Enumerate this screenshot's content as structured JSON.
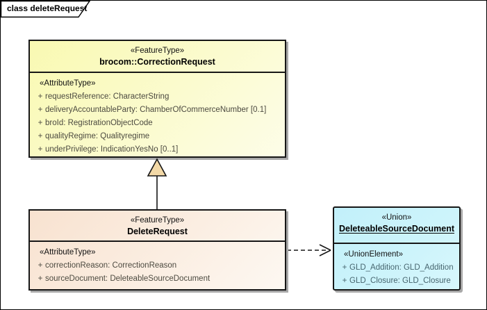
{
  "frame": {
    "title": "class deleteRequest"
  },
  "classes": [
    {
      "stereotype": "«FeatureType»",
      "name": "brocom::CorrectionRequest",
      "attr_stereotype": "«AttributeType»",
      "attributes": [
        {
          "vis": "+",
          "text": "requestReference: CharacterString"
        },
        {
          "vis": "+",
          "text": "deliveryAccountableParty: ChamberOfCommerceNumber [0.1]"
        },
        {
          "vis": "+",
          "text": "broId: RegistrationObjectCode"
        },
        {
          "vis": "+",
          "text": "qualityRegime: Qualityregime"
        },
        {
          "vis": "+",
          "text": "underPrivilege: IndicationYesNo [0..1]"
        }
      ]
    },
    {
      "stereotype": "«FeatureType»",
      "name": "DeleteRequest",
      "attr_stereotype": "«AttributeType»",
      "attributes": [
        {
          "vis": "+",
          "text": "correctionReason: CorrectionReason"
        },
        {
          "vis": "+",
          "text": "sourceDocument: DeleteableSourceDocument"
        }
      ]
    },
    {
      "stereotype": "«Union»",
      "name": "DeleteableSourceDocument",
      "attr_stereotype": "«UnionElement»",
      "attributes": [
        {
          "vis": "+",
          "text": "GLD_Addition: GLD_Addition"
        },
        {
          "vis": "+",
          "text": "GLD_Closure: GLD_Closure"
        }
      ]
    }
  ],
  "relations": [
    {
      "type": "generalization",
      "from": "DeleteRequest",
      "to": "brocom::CorrectionRequest"
    },
    {
      "type": "dependency",
      "from": "DeleteRequest",
      "to": "DeleteableSourceDocument"
    }
  ],
  "colors": {
    "feature_fill": "#f9f9b2",
    "delete_fill": "#f8e2d0",
    "union_fill": "#c2f0fa",
    "triangle_fill": "#f3d9a7",
    "border": "#161616",
    "shadow": "#a8a8a8"
  }
}
